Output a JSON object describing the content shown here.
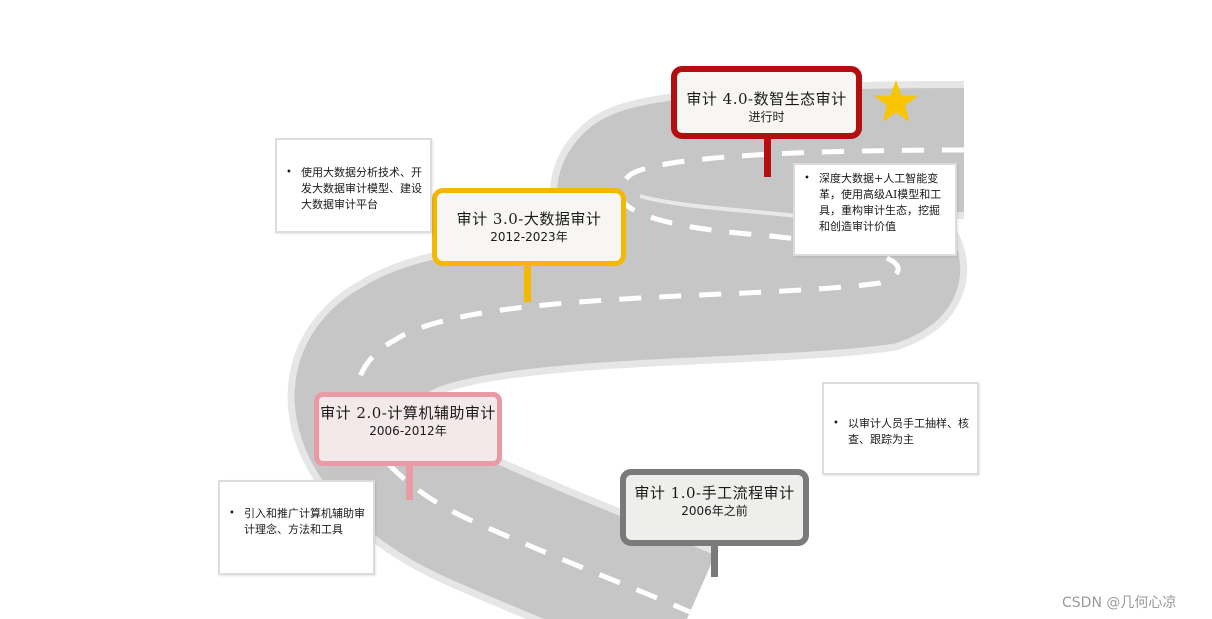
{
  "stages": [
    {
      "title": "审计 4.0-数智生态审计",
      "period": "进行时",
      "color": "#b40f10"
    },
    {
      "title": "审计 3.0-大数据审计",
      "period": "2012-2023年",
      "color": "#f5b800"
    },
    {
      "title": "审计 2.0-计算机辅助审计",
      "period": "2006-2012年",
      "color": "#e89aa5"
    },
    {
      "title": "审计 1.0-手工流程审计",
      "period": "2006年之前",
      "color": "#7a7a7a"
    }
  ],
  "notes": {
    "stage4": "深度大数据+人工智能变革，使用高级AI模型和工具，重构审计生态，挖掘和创造审计价值",
    "stage3": "使用大数据分析技术、开发大数据审计模型、建设大数据审计平台",
    "stage2": "引入和推广计算机辅助审计理念、方法和工具",
    "stage1": "以审计人员手工抽样、核查、跟踪为主"
  },
  "bullet": "•",
  "watermark": "CSDN @几何心凉",
  "icons": {
    "milestone": "star-icon"
  },
  "colors": {
    "road": "#c8c8c8",
    "road_edge": "#e4e4e4",
    "lane_mark": "#ffffff",
    "star": "#f7c600"
  }
}
